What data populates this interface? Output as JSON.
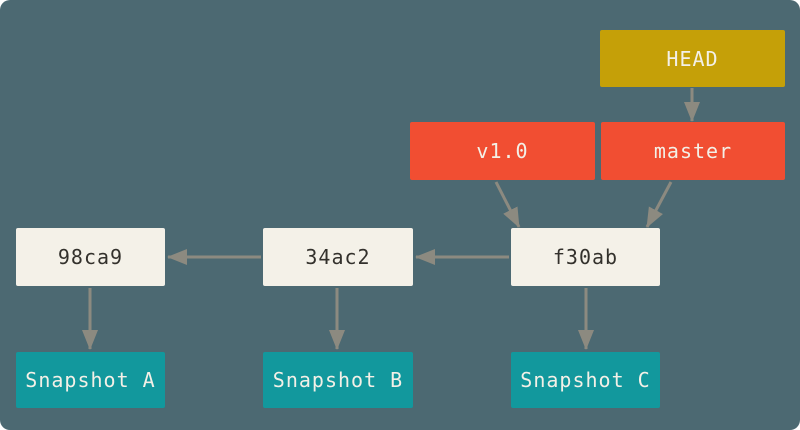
{
  "diagram": {
    "type": "git-commit-reference-graph",
    "background": "#4C6972",
    "colors": {
      "head_bg": "#C5A008",
      "ref_bg": "#F14E32",
      "commit_bg": "#F4F1E8",
      "snapshot_bg": "#12989D",
      "arrow": "#8C8A80",
      "text_light": "#F3F0E7",
      "text_dark": "#33312C"
    },
    "nodes": {
      "head": {
        "label": "HEAD",
        "type": "head-pointer"
      },
      "master": {
        "label": "master",
        "type": "branch-ref"
      },
      "v1_0": {
        "label": "v1.0",
        "type": "tag-ref"
      },
      "commit_98ca9": {
        "label": "98ca9",
        "type": "commit"
      },
      "commit_34ac2": {
        "label": "34ac2",
        "type": "commit"
      },
      "commit_f30ab": {
        "label": "f30ab",
        "type": "commit"
      },
      "snapshot_a": {
        "label": "Snapshot A",
        "type": "snapshot"
      },
      "snapshot_b": {
        "label": "Snapshot B",
        "type": "snapshot"
      },
      "snapshot_c": {
        "label": "Snapshot C",
        "type": "snapshot"
      }
    },
    "edges": [
      {
        "from": "HEAD",
        "to": "master"
      },
      {
        "from": "master",
        "to": "f30ab"
      },
      {
        "from": "v1.0",
        "to": "f30ab"
      },
      {
        "from": "f30ab",
        "to": "34ac2"
      },
      {
        "from": "34ac2",
        "to": "98ca9"
      },
      {
        "from": "98ca9",
        "to": "Snapshot A"
      },
      {
        "from": "34ac2",
        "to": "Snapshot B"
      },
      {
        "from": "f30ab",
        "to": "Snapshot C"
      }
    ]
  }
}
